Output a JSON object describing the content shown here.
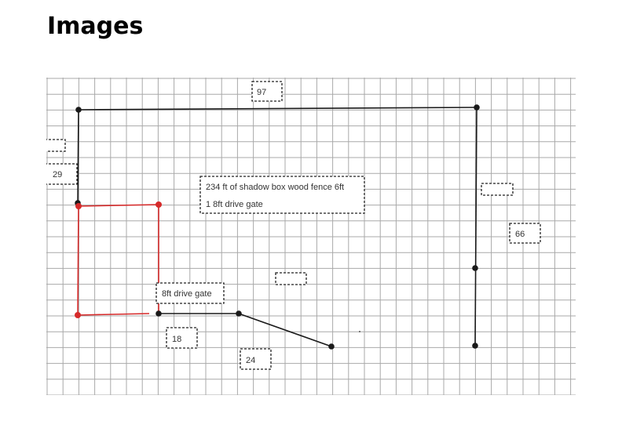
{
  "page": {
    "title": "Images"
  },
  "plan": {
    "labels": {
      "top_length": "97",
      "left_length": "29",
      "right_length": "66",
      "fence_note_line1": "234 ft of shadow box wood fence 6ft",
      "fence_note_line2": "1 8ft drive gate",
      "gate_label": "8ft drive gate",
      "bottom_left_length": "18",
      "bottom_diag_length": "24"
    },
    "colors": {
      "fence_line": "#1a1a1a",
      "gate_line": "#d62a2a",
      "grid": "#a9a9a9",
      "label_box_border": "#222222"
    }
  }
}
